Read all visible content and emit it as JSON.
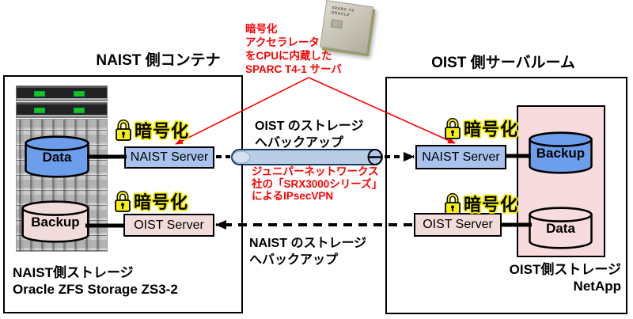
{
  "diagram": {
    "left_zone": {
      "title": "NAIST 側コンテナ",
      "naist_server_label": "NAIST Server",
      "oist_server_label": "OIST Server",
      "data_cylinder_label": "Data",
      "backup_cylinder_label": "Backup",
      "caption_line1": "NAIST側ストレージ",
      "caption_line2": "Oracle ZFS Storage ZS3-2"
    },
    "right_zone": {
      "title": "OIST 側サーバルーム",
      "naist_server_label": "NAIST Server",
      "oist_server_label": "OIST Server",
      "backup_cylinder_label": "Backup",
      "data_cylinder_label": "Data",
      "caption_line1": "OIST側ストレージ",
      "caption_line2": "NetApp"
    },
    "labels": {
      "encryption": "暗号化",
      "accelerator_note_line1": "暗号化",
      "accelerator_note_line2": "アクセラレータ",
      "accelerator_note_line3": "をCPUに内蔵した",
      "accelerator_note_line4": "SPARC T4-1 サーバ",
      "vpn_note_line1": "ジュニパーネットワークス",
      "vpn_note_line2": "社の「SRX3000シリーズ」",
      "vpn_note_line3": "によるIPsecVPN",
      "backup_to_oist_line1": "OIST のストレージ",
      "backup_to_oist_line2": "へバックアップ",
      "backup_to_naist_line1": "NAIST のストレージ",
      "backup_to_naist_line2": "へバックアップ"
    },
    "chip": {
      "line1": "SPARC T4",
      "line2": "ORACLE"
    },
    "colors": {
      "accent_red": "#ff0000",
      "server_box_blue": "#a9c3ee",
      "server_box_pink": "#f2dcdb",
      "storage_cabinet_pink": "#f8dbdc",
      "tunnel_blue": "#b9cde5",
      "cylinder_blue": "#6d9eeb",
      "cylinder_pink": "#f2dcdb",
      "lock_yellow": "#f5ef0a"
    }
  }
}
